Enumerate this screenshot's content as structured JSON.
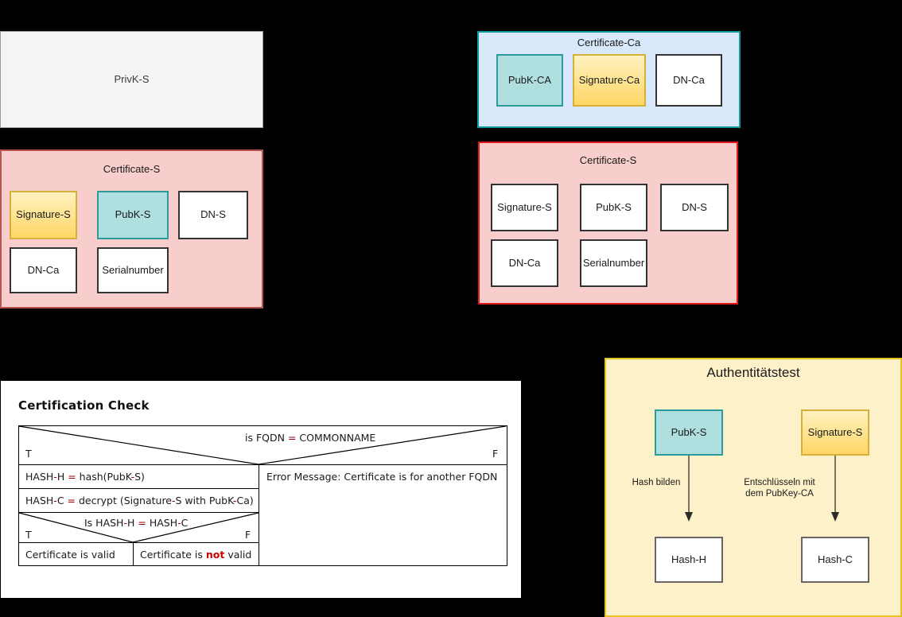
{
  "privk": {
    "label": "PrivK-S"
  },
  "certificate_ca": {
    "title": "Certificate-Ca",
    "items": [
      {
        "label": "PubK-CA",
        "style": "teal"
      },
      {
        "label": "Signature-Ca",
        "style": "amber"
      },
      {
        "label": "DN-Ca",
        "style": "white"
      }
    ]
  },
  "certificate_s_left": {
    "title": "Certificate-S",
    "items": [
      {
        "label": "Signature-S",
        "style": "amber"
      },
      {
        "label": "PubK-S",
        "style": "teal"
      },
      {
        "label": "DN-S",
        "style": "white"
      },
      {
        "label": "DN-Ca",
        "style": "white"
      },
      {
        "label": "Serialnumber",
        "style": "white"
      }
    ]
  },
  "certificate_s_right": {
    "title": "Certificate-S",
    "items": [
      {
        "label": "Signature-S",
        "style": "white"
      },
      {
        "label": "PubK-S",
        "style": "white"
      },
      {
        "label": "DN-S",
        "style": "white"
      },
      {
        "label": "DN-Ca",
        "style": "white"
      },
      {
        "label": "Serialnumber",
        "style": "white"
      }
    ]
  },
  "certification_check": {
    "title": "Certification Check",
    "decision1": {
      "question_pre": "is FQDN ",
      "question_eq": "=",
      "question_post": " COMMONNAME",
      "true_label": "T",
      "false_label": "F"
    },
    "step_hash_h": {
      "pre": "HASH",
      "dash": "-",
      "mid": "H ",
      "eq": "=",
      "post": " hash(PubK",
      "dash2": "-",
      "tail": "S)"
    },
    "step_hash_c": {
      "pre": "HASH",
      "dash": "-",
      "mid": "C ",
      "eq": "=",
      "post": " decrypt (Signature",
      "dash2": "-",
      "mid2": "S with PubK",
      "dash3": "-",
      "tail": "Ca)"
    },
    "decision2": {
      "question_pre": "Is HASH",
      "dash": "-",
      "mid": "H ",
      "eq": "=",
      "post": " HASH",
      "dash2": "-",
      "tail": "C",
      "true_label": "T",
      "false_label": "F"
    },
    "result_valid": "Certificate is valid",
    "result_not_valid_pre": "Certificate is ",
    "result_not_valid_bold": "not",
    "result_not_valid_post": " valid",
    "error_label": "Error Message",
    "error_colon": ":",
    "error_text": " Certificate is for another FQDN"
  },
  "authenticity_test": {
    "title": "Authentitätstest",
    "pubk": "PubK-S",
    "signature": "Signature-S",
    "hash_h": "Hash-H",
    "hash_c": "Hash-C",
    "left_edge_label": "Hash bilden",
    "right_edge_label": "Entschlüsseln mit\ndem PubKey-CA"
  },
  "colors": {
    "background": "#000000",
    "panel_pink": "#f8cecc",
    "panel_blue": "#dae8fc",
    "panel_yellow": "#fdf1ca",
    "teal_fill": "#b0dfdf",
    "amber_fill": "#ffd666",
    "accent_red": "#990000",
    "border_gold": "#e8c51e"
  }
}
